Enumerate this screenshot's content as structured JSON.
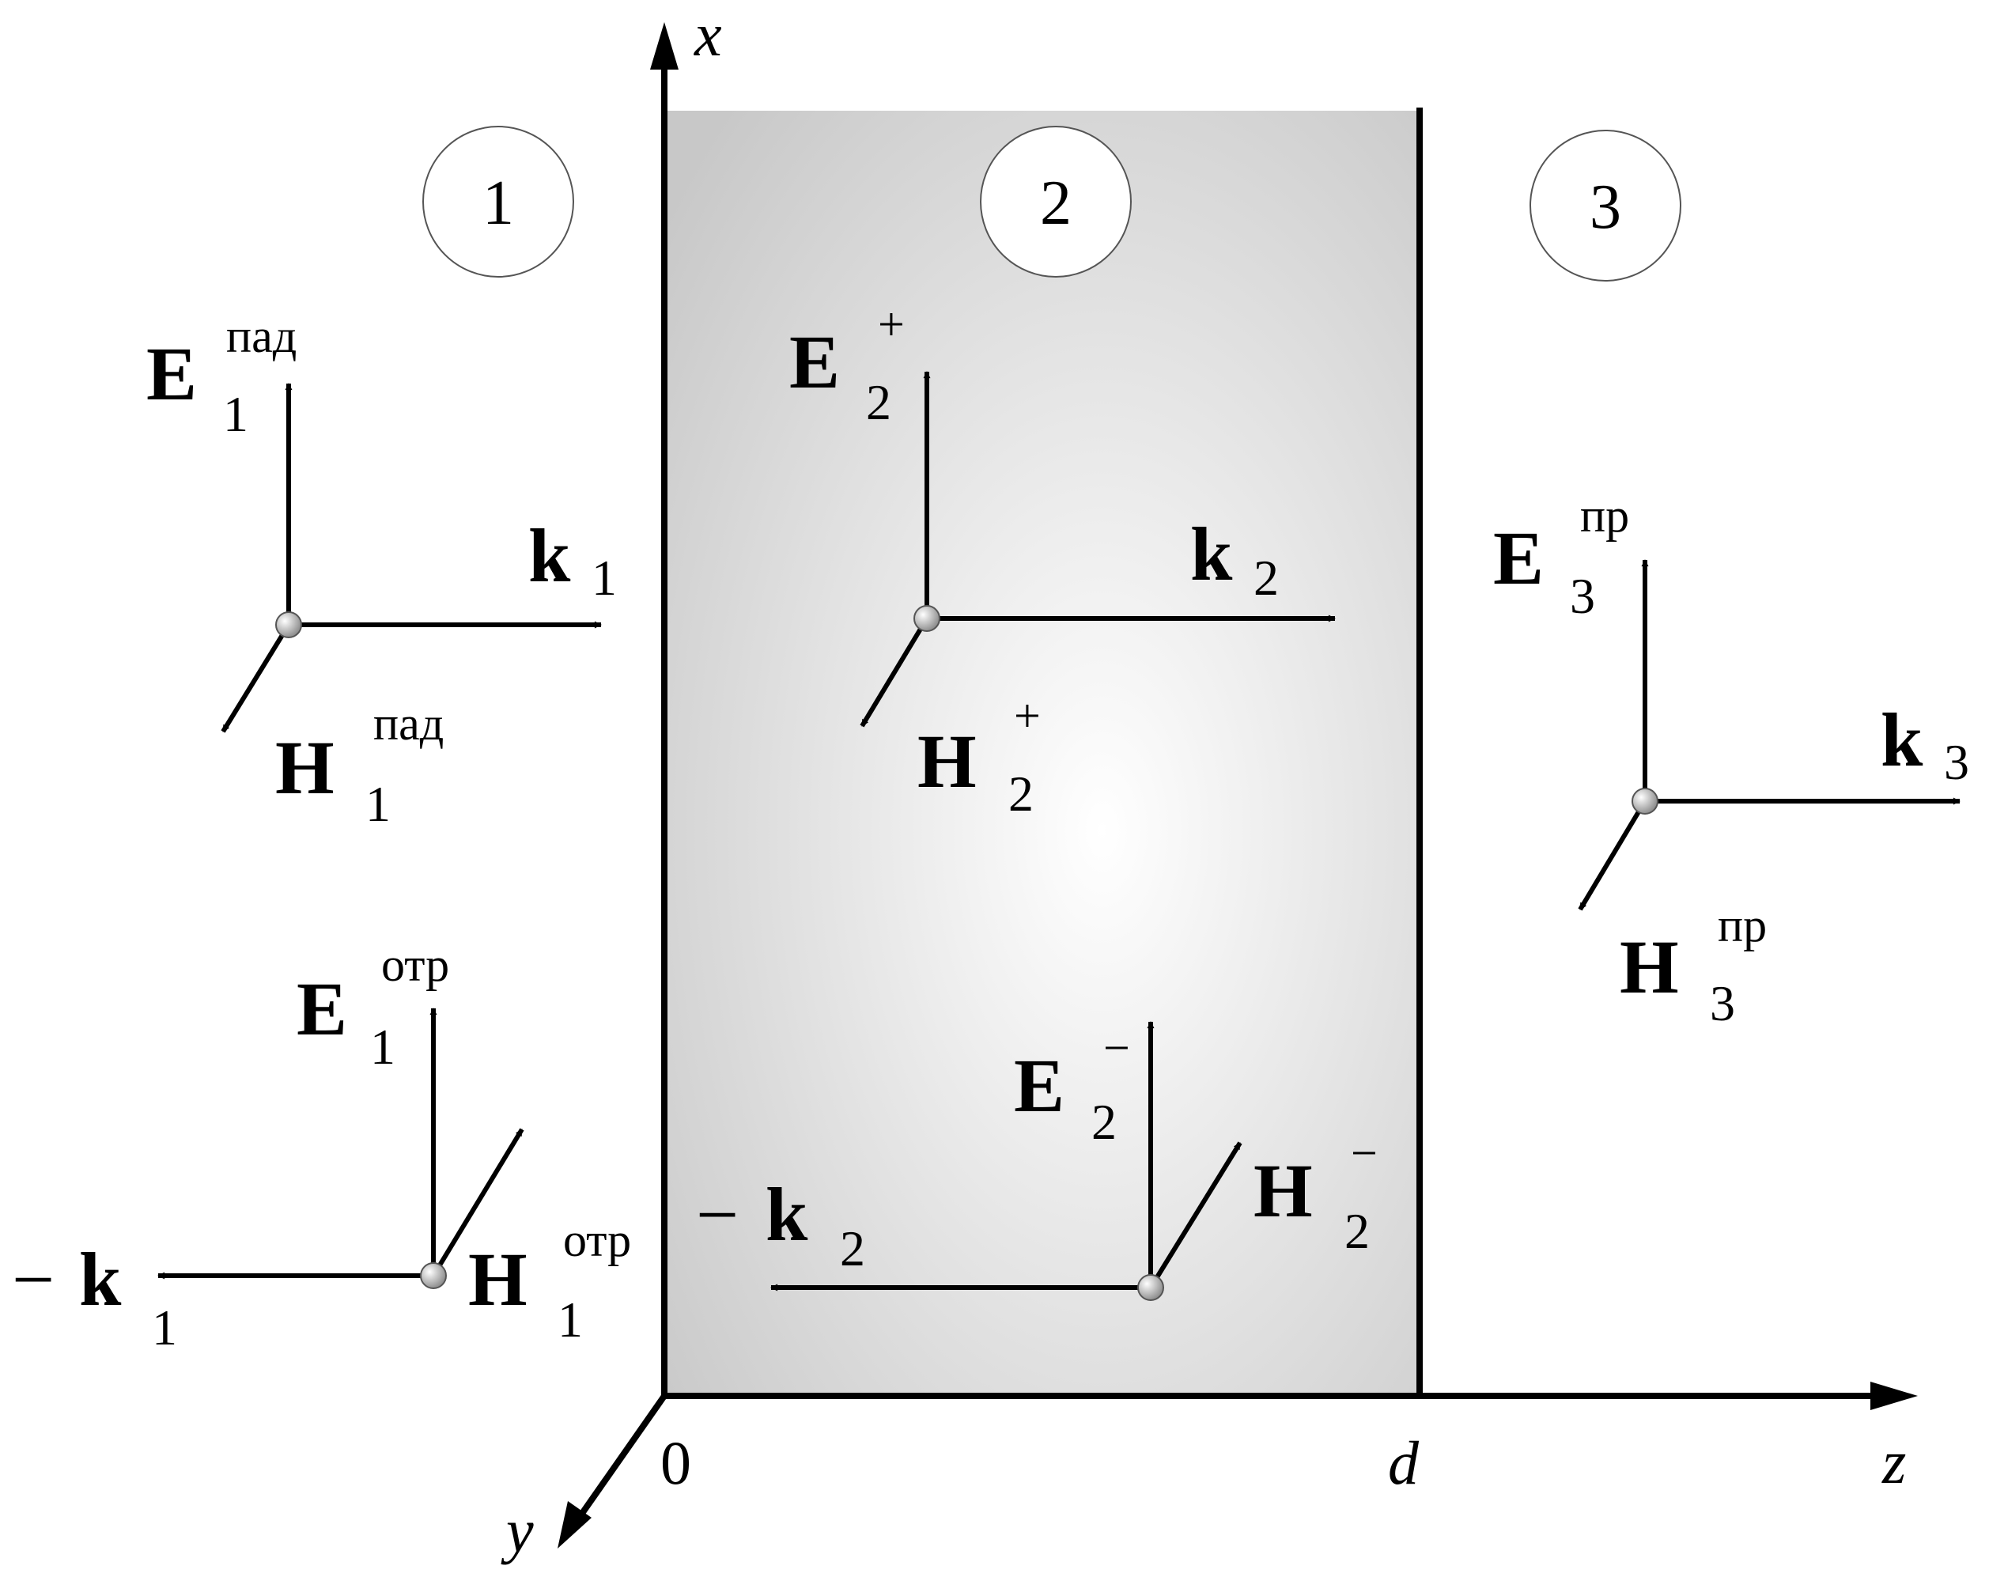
{
  "axes": {
    "x": "x",
    "y": "y",
    "z": "z",
    "origin": "0",
    "d": "d"
  },
  "regions": [
    "1",
    "2",
    "3"
  ],
  "vectors": {
    "E1_inc": {
      "base": "E",
      "sub": "1",
      "sup": "пад"
    },
    "k1": {
      "base": "k",
      "sub": "1"
    },
    "H1_inc": {
      "base": "H",
      "sub": "1",
      "sup": "пад"
    },
    "E1_ref": {
      "base": "E",
      "sub": "1",
      "sup": "отр"
    },
    "H1_ref": {
      "base": "H",
      "sub": "1",
      "sup": "отр"
    },
    "mk1": {
      "prefix": "−",
      "base": "k",
      "sub": "1"
    },
    "E2_plus": {
      "base": "E",
      "sub": "2",
      "sup": "+"
    },
    "k2": {
      "base": "k",
      "sub": "2"
    },
    "H2_plus": {
      "base": "H",
      "sub": "2",
      "sup": "+"
    },
    "E2_minus": {
      "base": "E",
      "sub": "2",
      "sup": "−"
    },
    "H2_minus": {
      "base": "H",
      "sub": "2",
      "sup": "−"
    },
    "mk2": {
      "prefix": "−",
      "base": "k",
      "sub": "2"
    },
    "E3_tr": {
      "base": "E",
      "sub": "3",
      "sup": "пр"
    },
    "k3": {
      "base": "k",
      "sub": "3"
    },
    "H3_tr": {
      "base": "H",
      "sub": "3",
      "sup": "пр"
    }
  },
  "colors": {
    "line": "#000000",
    "slab_center": "#ffffff",
    "slab_edge": "#c8c8c8"
  }
}
